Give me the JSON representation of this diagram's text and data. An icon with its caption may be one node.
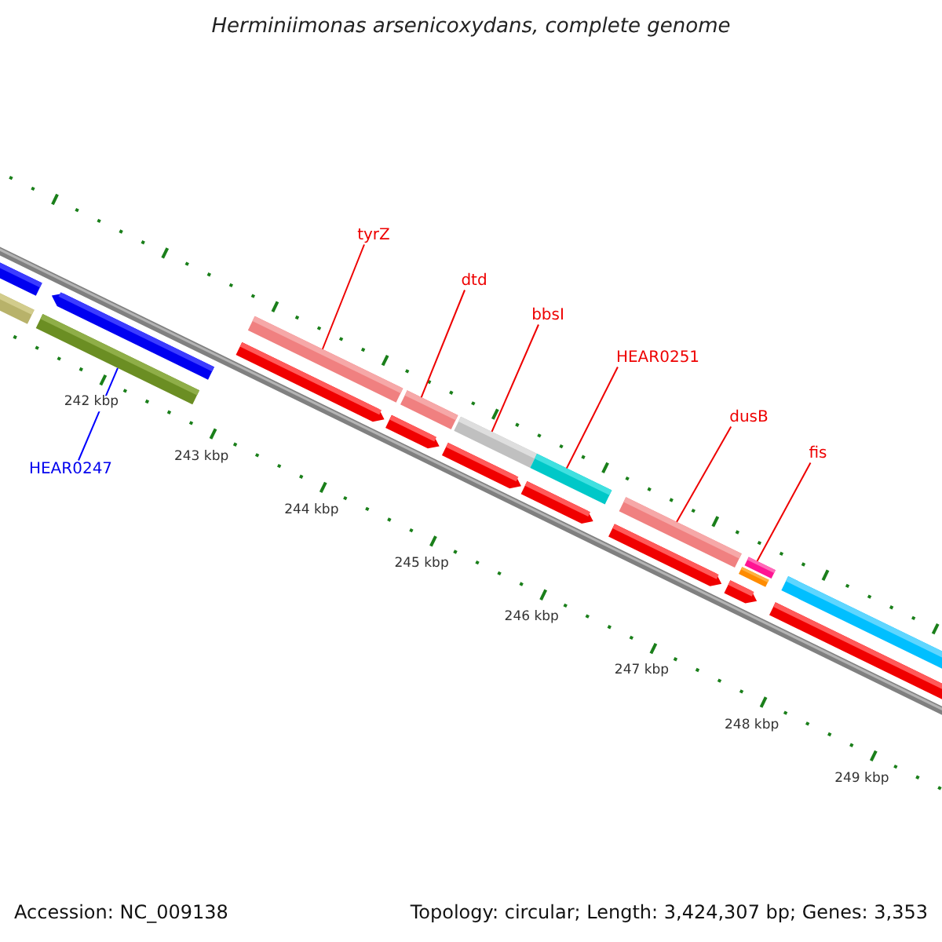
{
  "diagram": {
    "title": "Herminiimonas arsenicoxydans, complete genome",
    "nodes": [
      {
        "text": [
          "tyrZ"
        ]
      },
      {
        "text": [
          "dtd"
        ]
      },
      {
        "text": [
          "bbsI"
        ]
      },
      {
        "text": [
          "HEAR0251"
        ]
      },
      {
        "text": [
          "dusB"
        ]
      },
      {
        "text": [
          "fis"
        ]
      },
      {
        "text": [
          "HEAR0247"
        ]
      },
      {
        "text": [],
        "shape": "bar"
      },
      {
        "text": [],
        "shape": "bar"
      },
      {
        "text": [],
        "shape": "bar"
      },
      {
        "text": [],
        "shape": "bar"
      },
      {
        "text": [],
        "shape": "bar"
      },
      {
        "text": [],
        "shape": "bar"
      },
      {
        "text": [],
        "shape": "bar"
      }
    ],
    "edges": [
      {
        "from": 0,
        "to": 8,
        "arrow": "none"
      },
      {
        "from": 1,
        "to": 9,
        "arrow": "none"
      },
      {
        "from": 2,
        "to": 10,
        "arrow": "none"
      },
      {
        "from": 3,
        "to": 11,
        "arrow": "none"
      },
      {
        "from": 4,
        "to": 12,
        "arrow": "none"
      },
      {
        "from": 5,
        "to": 13,
        "arrow": "none"
      },
      {
        "from": 6,
        "to": 7,
        "arrow": "none",
        "color": "#0000ff"
      }
    ],
    "labels": [
      "242 kbp",
      "243 kbp",
      "244 kbp",
      "245 kbp",
      "246 kbp",
      "247 kbp",
      "248 kbp",
      "249 kbp",
      "Accession: NC_009138",
      "Topology: circular; Length: 3,424,307 bp; Genes: 3,353"
    ]
  }
}
